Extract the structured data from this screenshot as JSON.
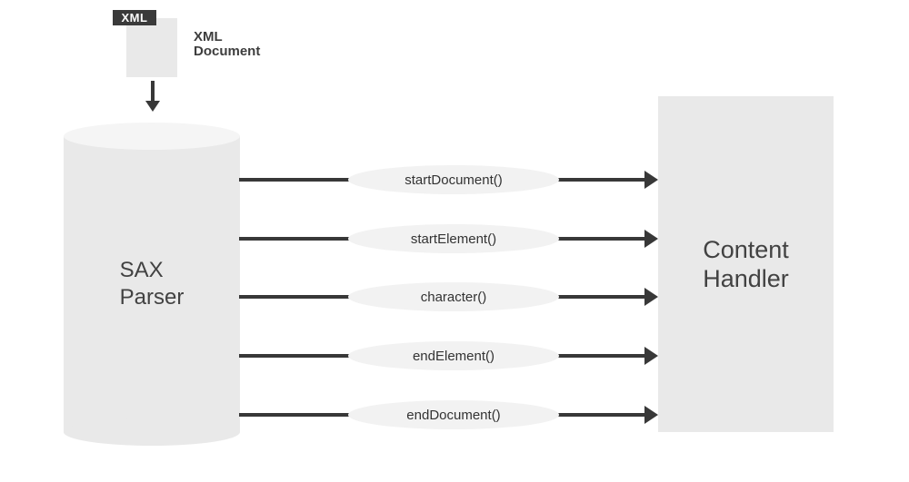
{
  "source": {
    "badge": "XML",
    "label": "XML Document"
  },
  "parser": {
    "label": "SAX Parser"
  },
  "handler": {
    "label": "Content Handler"
  },
  "events": [
    "startDocument()",
    "startElement()",
    "character()",
    "endElement()",
    "endDocument()"
  ],
  "colors": {
    "shape_fill": "#e9e9e9",
    "shape_top_fill": "#f5f5f5",
    "pill_fill": "#f2f2f2",
    "ink": "#383838",
    "text": "#424242",
    "background": "#ffffff"
  }
}
